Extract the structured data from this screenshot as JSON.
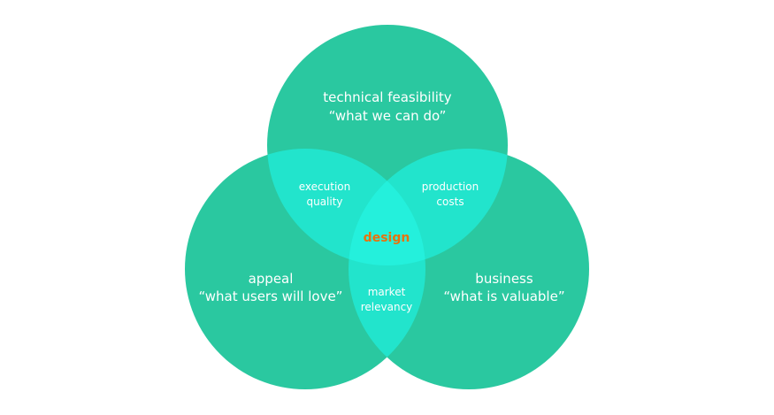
{
  "colors": {
    "circle": "#2ac8a0",
    "pair_overlap": "#22e4cc",
    "center_overlap": "#24f0dc",
    "text": "#ffffff",
    "center_text": "#e8720c"
  },
  "circles": {
    "top": {
      "line1": "technical feasibility",
      "line2": "“what we can do”"
    },
    "left": {
      "line1": "appeal",
      "line2": "“what users will love”"
    },
    "right": {
      "line1": "business",
      "line2": "“what is valuable”"
    }
  },
  "overlaps": {
    "top_left": {
      "line1": "execution",
      "line2": "quality"
    },
    "top_right": {
      "line1": "production",
      "line2": "costs"
    },
    "left_right": {
      "line1": "market",
      "line2": "relevancy"
    },
    "center": "design"
  }
}
